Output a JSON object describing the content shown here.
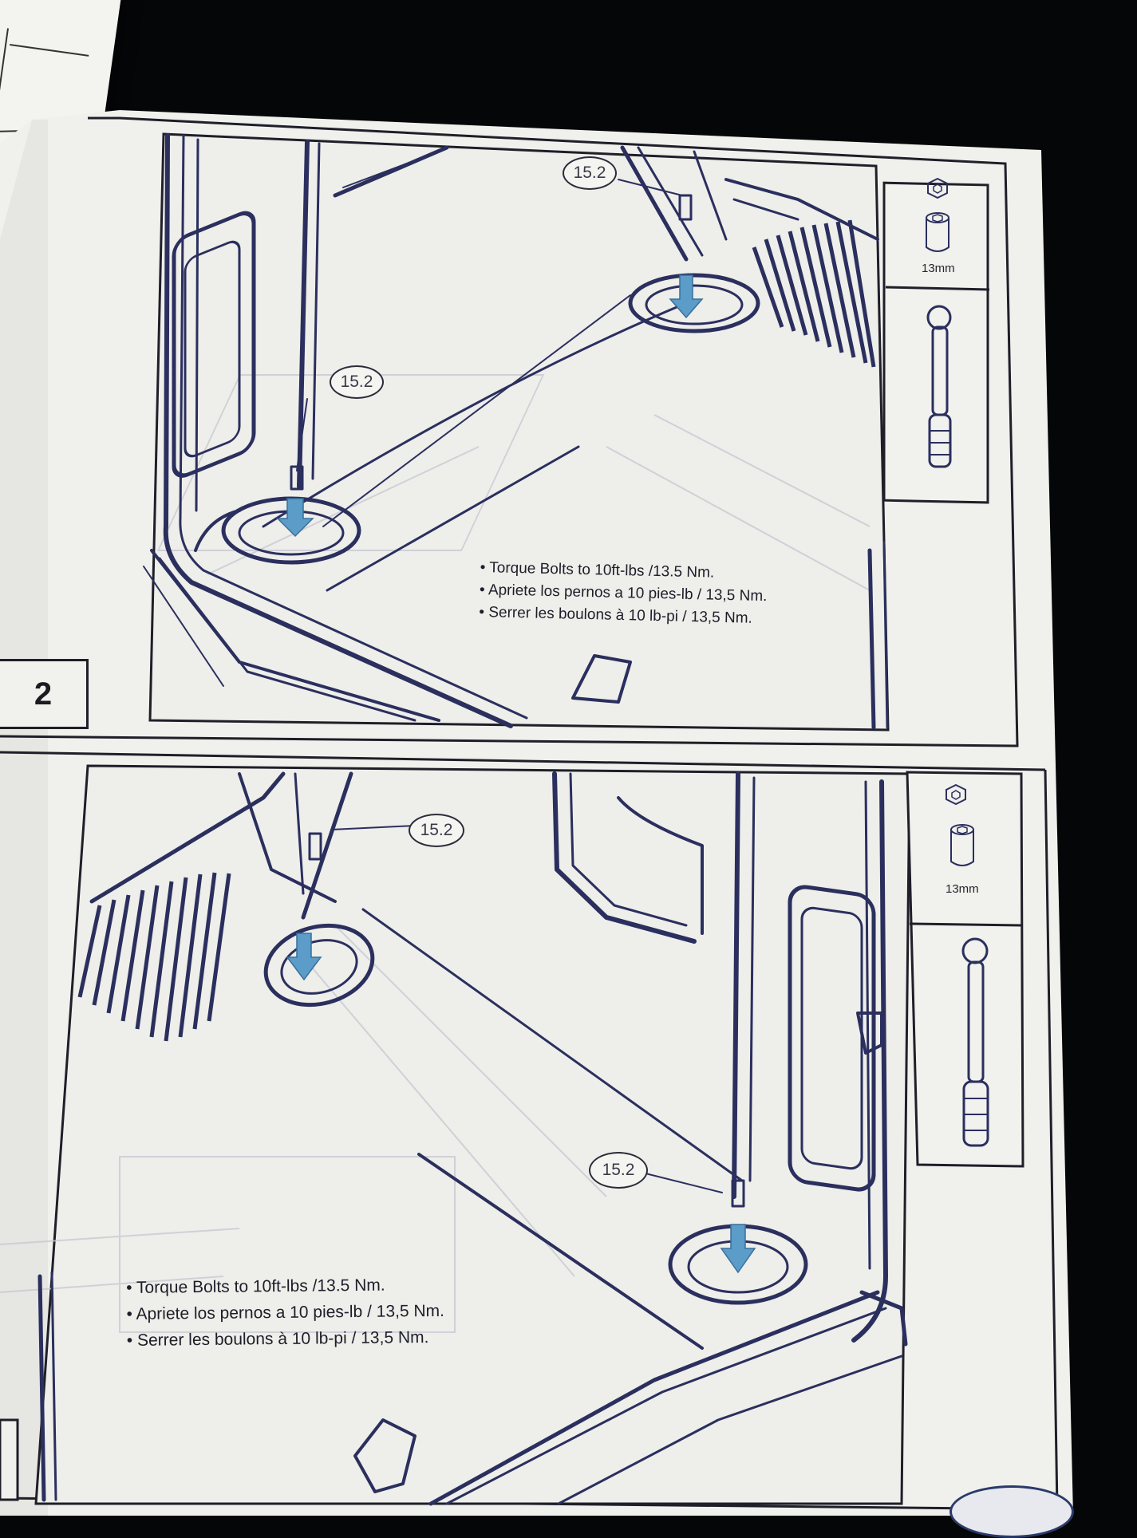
{
  "step": {
    "number": "2"
  },
  "panels": {
    "top": {
      "callouts": [
        "15.2",
        "15.2"
      ],
      "instructions": [
        "Torque Bolts to 10ft-lbs /13.5 Nm.",
        "Apriete los pernos a 10 pies-lb / 13,5 Nm.",
        "Serrer les boulons à 10 lb-pi / 13,5 Nm."
      ],
      "tool": {
        "socket_size": "13mm"
      }
    },
    "bottom": {
      "callouts": [
        "15.2",
        "15.2"
      ],
      "instructions": [
        "Torque Bolts to 10ft-lbs /13.5 Nm.",
        "Apriete los pernos a 10 pies-lb / 13,5 Nm.",
        "Serrer les boulons à 10 lb-pi / 13,5 Nm."
      ],
      "tool": {
        "socket_size": "13mm"
      }
    }
  },
  "colors": {
    "line_art": "#2b2f5e",
    "arrow": "#5b9cc9",
    "paper": "#f0f0ed"
  },
  "icons": [
    "hex-socket-icon",
    "socket-icon",
    "torque-wrench-icon",
    "brand-logo"
  ]
}
